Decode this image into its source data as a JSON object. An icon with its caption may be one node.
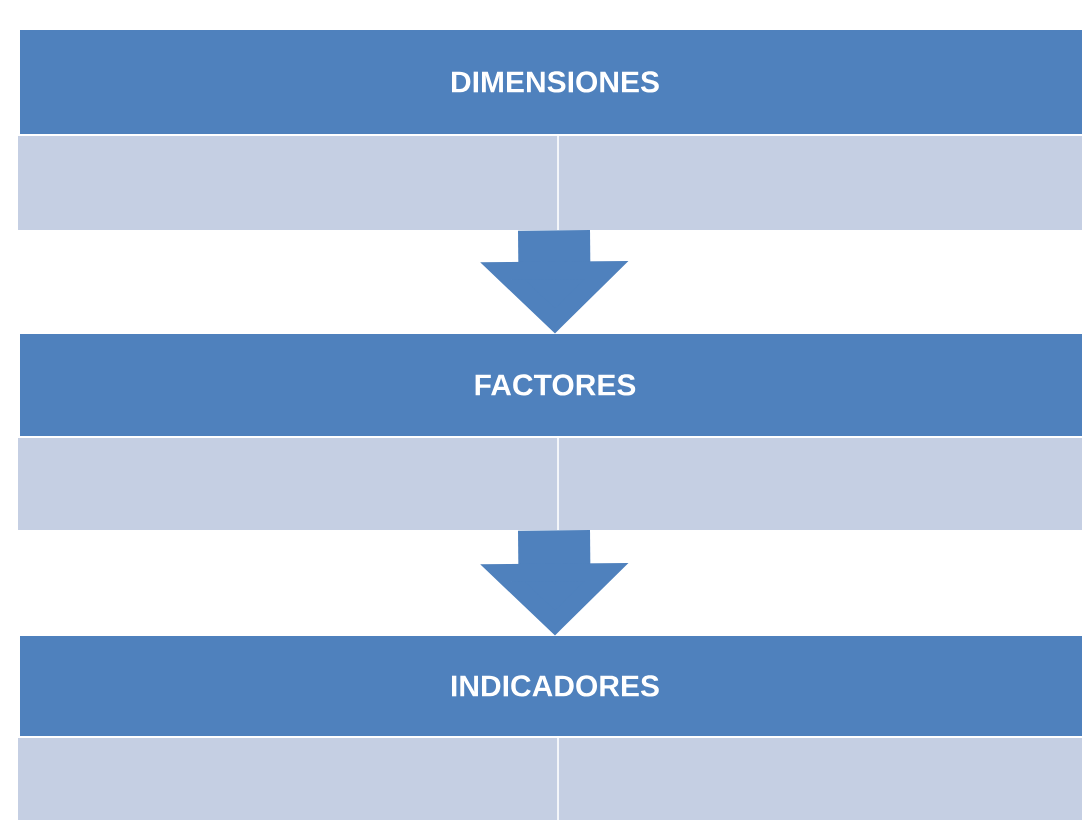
{
  "diagram": {
    "nodes": [
      {
        "text": [
          "DIMENSIONES"
        ]
      },
      {
        "text": [],
        "shape": "box"
      },
      {
        "text": [
          "FACTORES"
        ]
      },
      {
        "text": [],
        "shape": "box"
      },
      {
        "text": [
          "INDICADORES"
        ]
      },
      {
        "text": [],
        "shape": "box"
      }
    ],
    "edges": [
      {
        "from": 1,
        "to": 2,
        "arrow": "to"
      },
      {
        "from": 3,
        "to": 4,
        "arrow": "to"
      }
    ]
  }
}
